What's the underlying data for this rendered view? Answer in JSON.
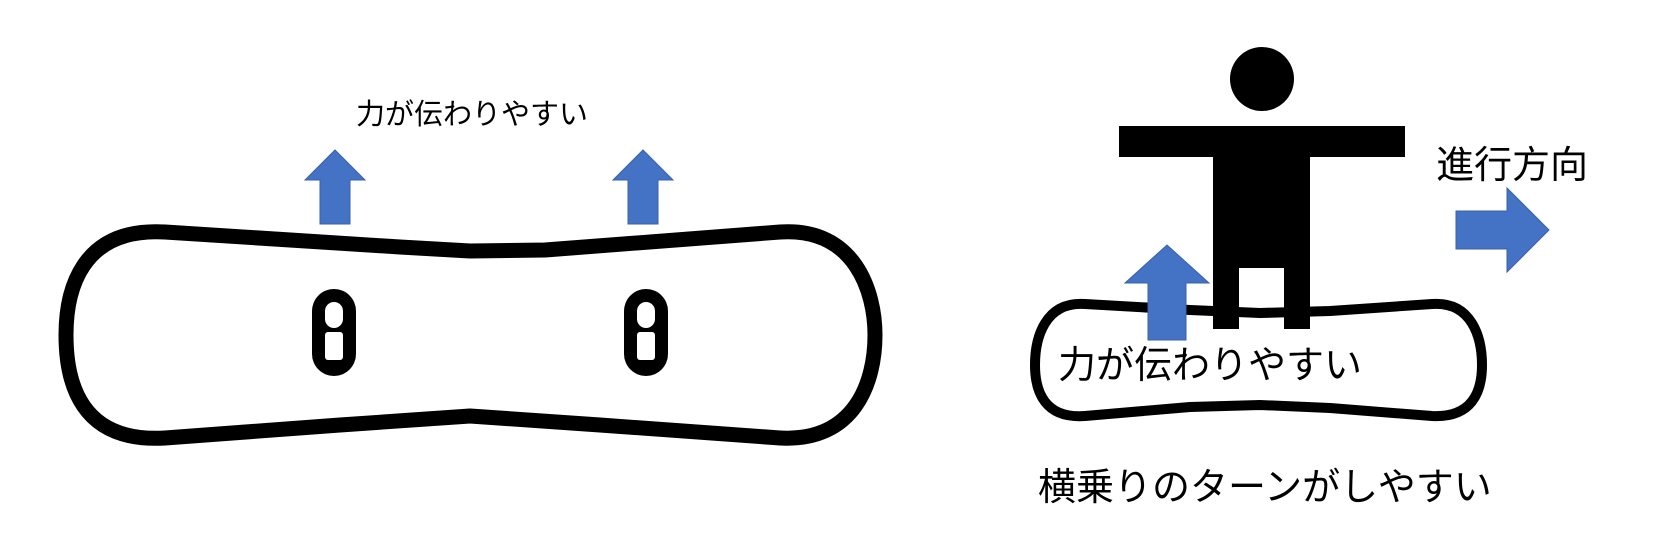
{
  "labels": {
    "left_board": "力が伝わりやすい",
    "direction": "進行方向",
    "right_board": "力が伝わりやすい",
    "bottom": "横乗りのターンがしやすい"
  },
  "colors": {
    "outline": "#000000",
    "arrow": "#4472C4",
    "background": "#ffffff"
  },
  "icons": {
    "force_arrow": "arrow-up-icon",
    "direction_arrow": "arrow-right-icon",
    "rider": "person-icon",
    "binding": "binding-icon"
  }
}
